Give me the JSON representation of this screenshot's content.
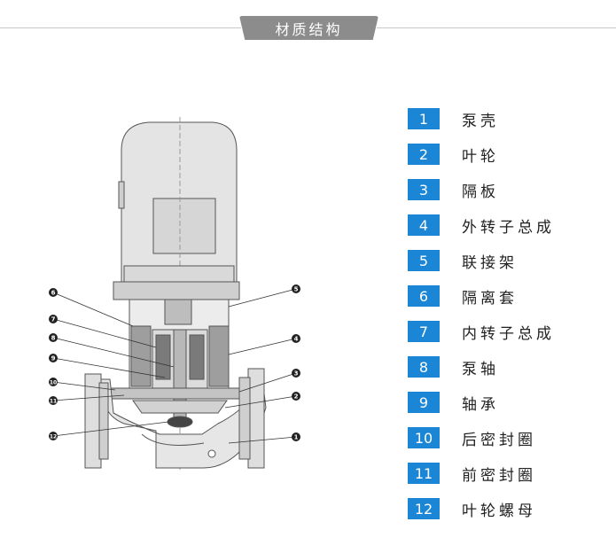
{
  "header": {
    "title": "材质结构"
  },
  "legend": [
    {
      "num": "1",
      "label": "泵壳"
    },
    {
      "num": "2",
      "label": "叶轮"
    },
    {
      "num": "3",
      "label": "隔板"
    },
    {
      "num": "4",
      "label": "外转子总成"
    },
    {
      "num": "5",
      "label": "联接架"
    },
    {
      "num": "6",
      "label": "隔离套"
    },
    {
      "num": "7",
      "label": "内转子总成"
    },
    {
      "num": "8",
      "label": "泵轴"
    },
    {
      "num": "9",
      "label": "轴承"
    },
    {
      "num": "10",
      "label": "后密封圈"
    },
    {
      "num": "11",
      "label": "前密封圈"
    },
    {
      "num": "12",
      "label": "叶轮螺母"
    }
  ],
  "callouts": {
    "c1": "1",
    "c2": "2",
    "c3": "3",
    "c4": "4",
    "c5": "5",
    "c6": "6",
    "c7": "7",
    "c8": "8",
    "c9": "9",
    "c10": "10",
    "c11": "11",
    "c12": "12"
  },
  "colors": {
    "accent": "#1c86d6",
    "tab": "#8c8c8c",
    "line": "#c9c9c9"
  }
}
